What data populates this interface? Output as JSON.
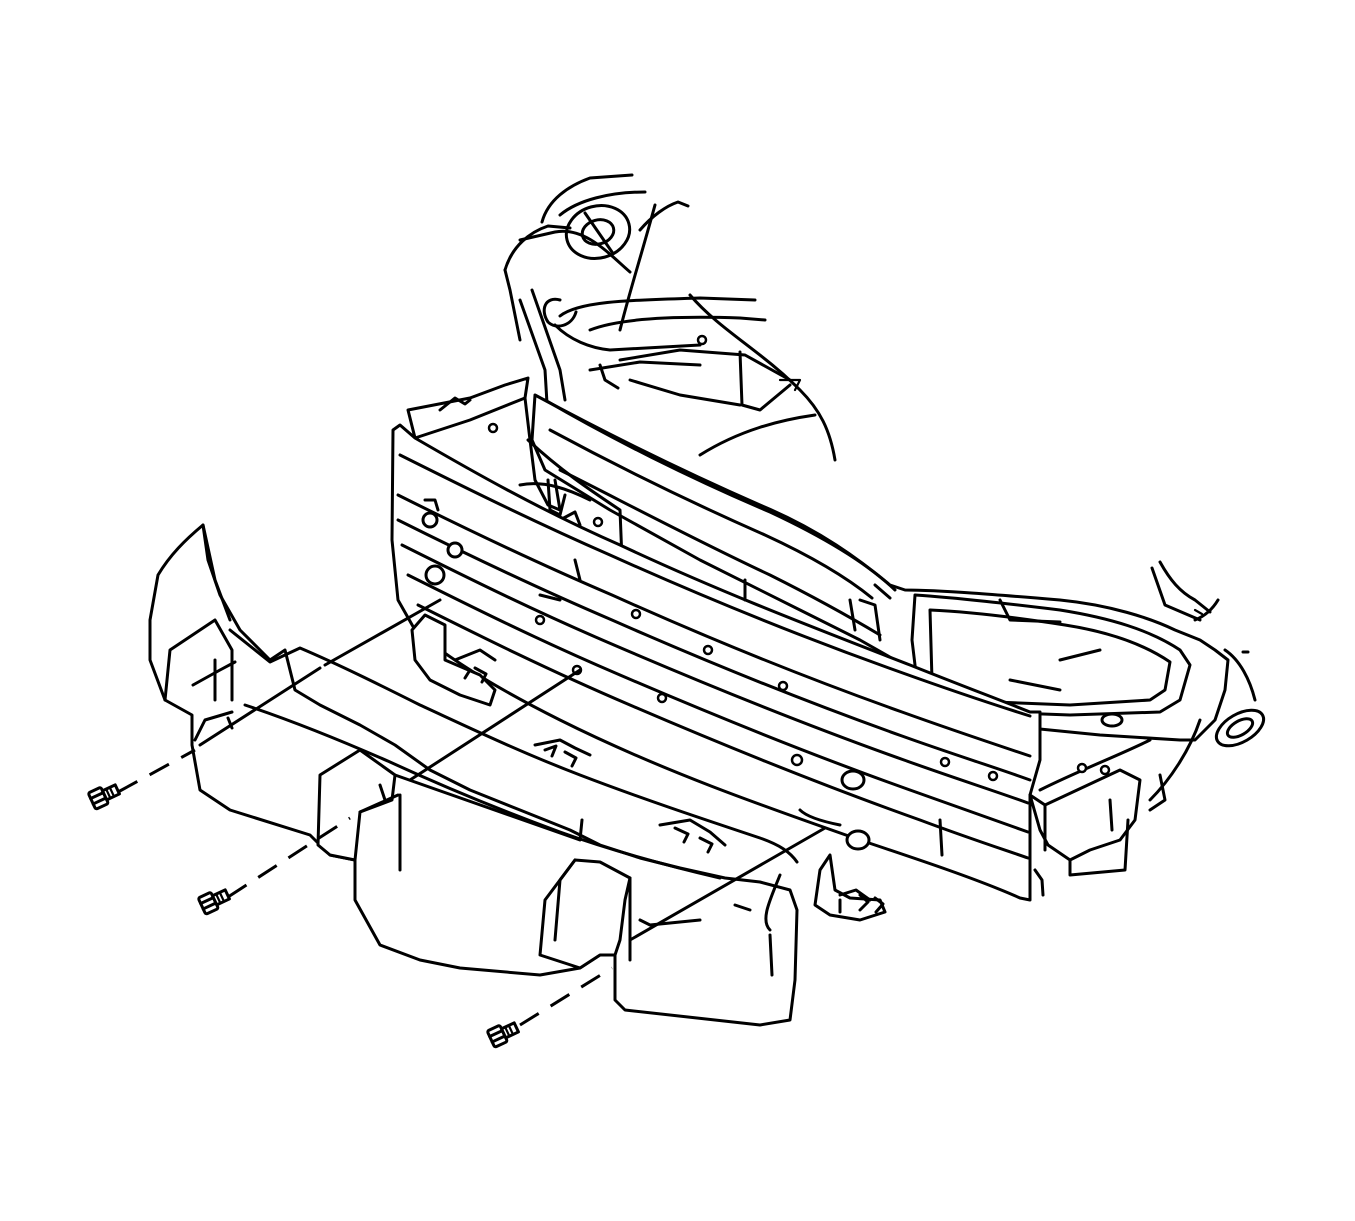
{
  "figure": {
    "description_visible_text": "",
    "colors": {
      "line": "#000000",
      "background": "#ffffff"
    },
    "parts": [
      {
        "id": "vehicle-front-structure",
        "icon": "body-structure"
      },
      {
        "id": "radiator-support-upper",
        "icon": "crossmember"
      },
      {
        "id": "front-bumper-impact-bar",
        "icon": "impact-bar"
      },
      {
        "id": "front-bumper-energy-absorber",
        "icon": "energy-absorber"
      },
      {
        "id": "fastener-left",
        "icon": "bolt-icon"
      },
      {
        "id": "fastener-center",
        "icon": "bolt-icon"
      },
      {
        "id": "fastener-right",
        "icon": "bolt-icon"
      }
    ]
  }
}
